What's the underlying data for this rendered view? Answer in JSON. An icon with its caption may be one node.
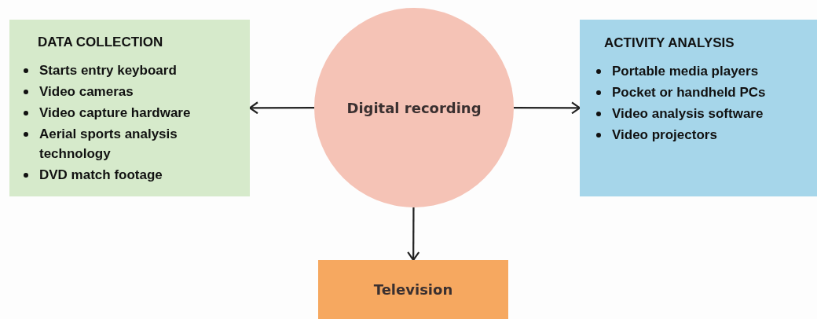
{
  "diagram": {
    "nodes": [
      {
        "text": [
          "DATA COLLECTION",
          "Starts entry keyboard",
          "Video cameras",
          "Video capture hardware",
          "Aerial sports analysis technology",
          "DVD match footage"
        ]
      },
      {
        "text": [
          "Digital recording"
        ]
      },
      {
        "text": [
          "ACTIVITY ANALYSIS",
          "Portable media players",
          "Pocket or handheld PCs",
          "Video analysis software",
          "Video projectors"
        ]
      },
      {
        "text": [
          "Television"
        ]
      }
    ],
    "edges": [
      {
        "from": 1,
        "to": 0,
        "arrow": "to"
      },
      {
        "from": 1,
        "to": 2,
        "arrow": "to"
      },
      {
        "from": 1,
        "to": 3,
        "arrow": "to"
      }
    ]
  }
}
